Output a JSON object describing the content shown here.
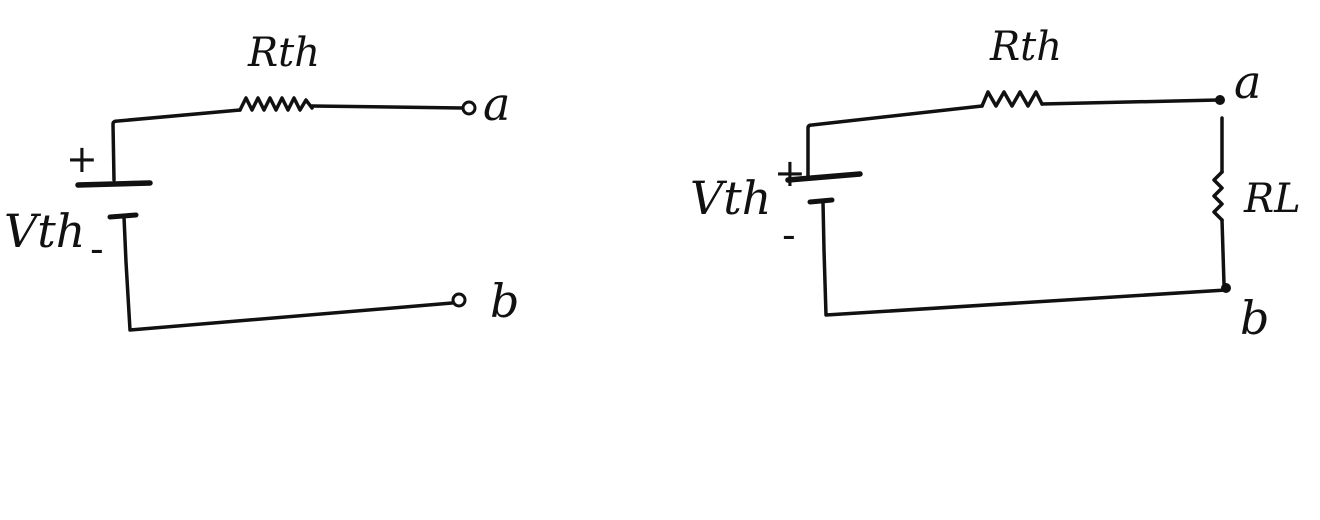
{
  "colors": {
    "ink": "#111111",
    "background": "#ffffff"
  },
  "circuits": [
    {
      "name": "thevenin-open-circuit",
      "resistor_label": "Rth",
      "source_label": "Vth",
      "plus_sign": "+",
      "minus_sign": "-",
      "terminal_a": "a",
      "terminal_b": "b"
    },
    {
      "name": "thevenin-with-load",
      "resistor_label": "Rth",
      "source_label": "Vth",
      "plus_sign": "+",
      "minus_sign": "-",
      "load_label": "RL",
      "terminal_a": "a",
      "terminal_b": "b"
    }
  ]
}
